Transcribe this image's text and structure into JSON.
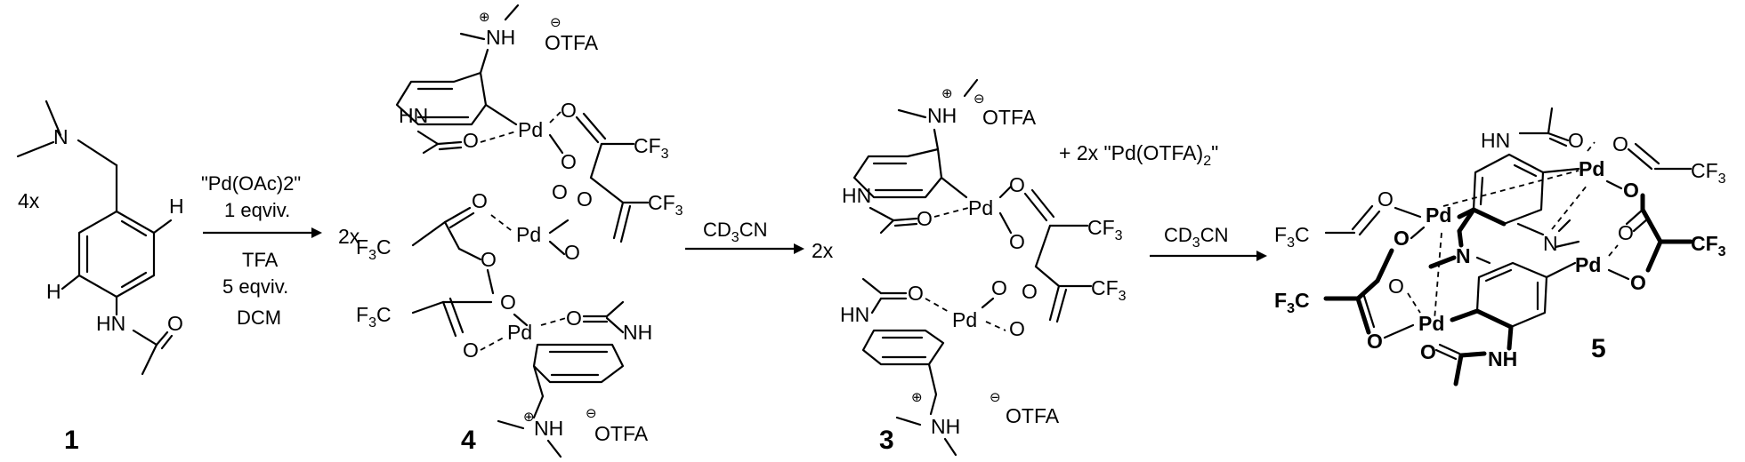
{
  "compounds": {
    "c1": {
      "number": "1",
      "multiplier": "4x",
      "atoms": {
        "n": "N",
        "h1": "H",
        "h2": "H",
        "hn": "HN",
        "o": "O"
      }
    },
    "c4": {
      "number": "4",
      "multiplier": "2x",
      "top": {
        "nh": "NH",
        "otfa": "OTFA",
        "hn": "HN",
        "pd": "Pd",
        "o1": "O",
        "o2": "O",
        "o3": "O",
        "cf3": "CF3"
      },
      "mid": {
        "pd": "Pd",
        "o1": "O",
        "o2": "O",
        "o3": "O",
        "o4": "O",
        "o5": "O",
        "cf3a": "CF3",
        "cf3b": "F3C"
      },
      "bot": {
        "pd": "Pd",
        "o1": "O",
        "o2": "O",
        "o3": "O",
        "nh": "NH",
        "cf3": "F3C",
        "nh2": "NH",
        "otfa": "OTFA"
      }
    },
    "c3": {
      "number": "3",
      "multiplier": "2x",
      "top": {
        "nh": "NH",
        "otfa": "OTFA",
        "hn": "HN",
        "pd": "Pd",
        "o1": "O",
        "o2": "O",
        "cf3": "CF3"
      },
      "bot": {
        "hn": "HN",
        "pd": "Pd",
        "o1": "O",
        "o2": "O",
        "o3": "O",
        "o4": "O",
        "cf3": "CF3",
        "nh": "NH",
        "otfa": "OTFA"
      },
      "byproduct": "+ 2x \"Pd(OTFA)2\""
    },
    "c5": {
      "number": "5",
      "atoms": {
        "hn": "HN",
        "o_amide": "O",
        "pd1": "Pd",
        "pd2": "Pd",
        "pd3": "Pd",
        "pd4": "Pd",
        "o1": "O",
        "o2": "O",
        "o3": "O",
        "o4": "O",
        "o5": "O",
        "o6": "O",
        "o7": "O",
        "o8": "O",
        "n1": "N",
        "n2": "N",
        "nh": "NH",
        "o_amide2": "O",
        "cf3a": "CF3",
        "cf3b": "CF3",
        "f3c1": "F3C",
        "f3c2": "F3C"
      }
    }
  },
  "arrows": {
    "a1": {
      "reagent_line1": "\"Pd(OAc)2\"",
      "reagent_line2": "1 eqviv.",
      "reagent_line3": "TFA",
      "reagent_line4": "5 eqviv.",
      "solvent": "DCM"
    },
    "a2": {
      "solvent": "CD3CN"
    },
    "a3": {
      "solvent": "CD3CN"
    }
  },
  "charges": {
    "plus": "⊕",
    "minus": "⊖"
  }
}
